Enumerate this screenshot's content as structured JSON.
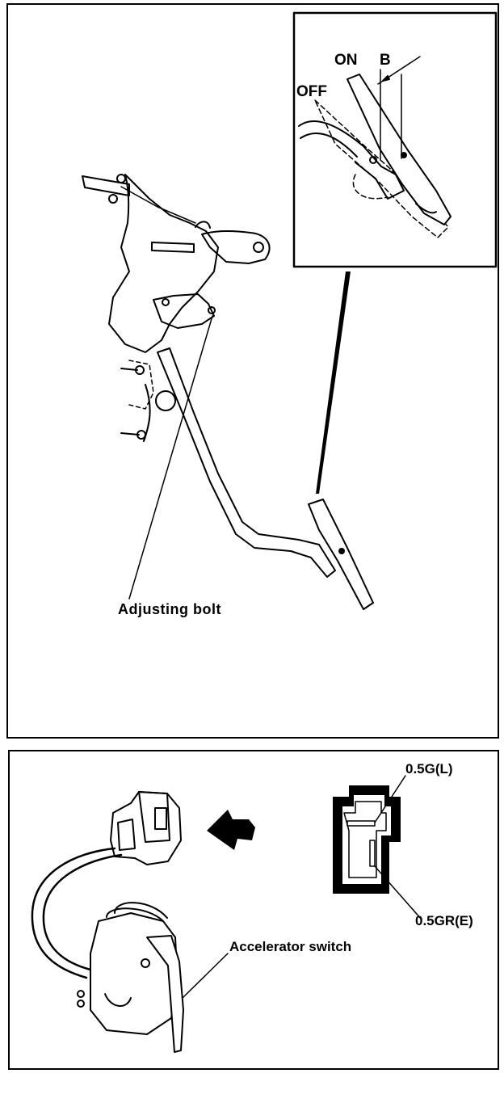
{
  "top_diagram": {
    "inset": {
      "label_on": "ON",
      "label_b": "B",
      "label_off": "OFF"
    },
    "callout_adjusting_bolt": "Adjusting bolt"
  },
  "bottom_diagram": {
    "callout_accelerator_switch": "Accelerator switch",
    "wire_top": "0.5G(L)",
    "wire_bottom": "0.5GR(E)"
  }
}
